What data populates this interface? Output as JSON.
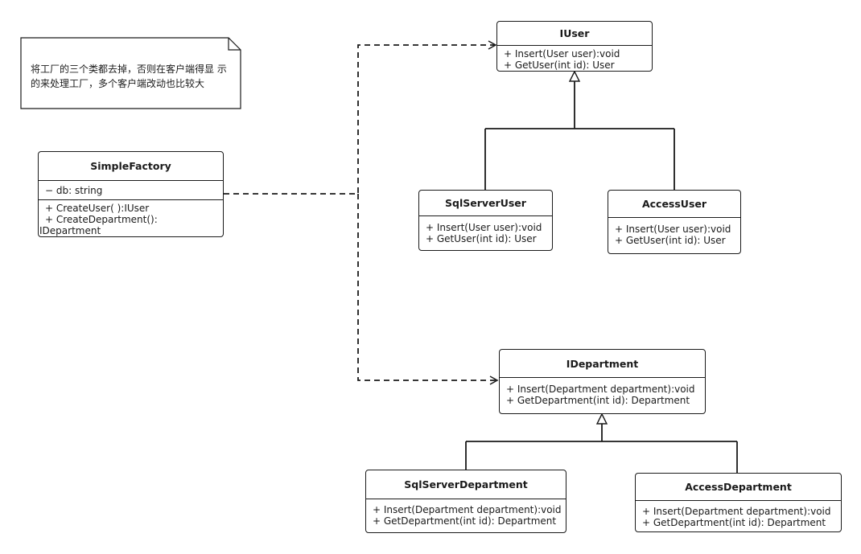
{
  "note": {
    "line1": "将工厂的三个类都去掉，否则在客户端得显",
    "line2": "示的来处理工厂，多个客户端改动也比较大"
  },
  "classes": {
    "simple_factory": {
      "name": "SimpleFactory",
      "attributes": [
        "− db: string"
      ],
      "methods": [
        "+ CreateUser( ):IUser",
        "+ CreateDepartment():",
        "IDepartment"
      ]
    },
    "iuser": {
      "name": "IUser",
      "methods": [
        "+ Insert(User user):void",
        "+ GetUser(int id): User"
      ]
    },
    "sqlserver_user": {
      "name": "SqlServerUser",
      "methods": [
        "+ Insert(User user):void",
        "+ GetUser(int id): User"
      ]
    },
    "access_user": {
      "name": "AccessUser",
      "methods": [
        "+ Insert(User user):void",
        "+ GetUser(int id): User"
      ]
    },
    "idepartment": {
      "name": "IDepartment",
      "methods": [
        "+ Insert(Department department):void",
        "+ GetDepartment(int id): Department"
      ]
    },
    "sqlserver_department": {
      "name": "SqlServerDepartment",
      "methods": [
        "+ Insert(Department department):void",
        "+ GetDepartment(int id): Department"
      ]
    },
    "access_department": {
      "name": "AccessDepartment",
      "methods": [
        "+ Insert(Department department):void",
        "+ GetDepartment(int id): Department"
      ]
    }
  },
  "colors": {
    "line": "#1a1a1a",
    "background": "#ffffff"
  }
}
